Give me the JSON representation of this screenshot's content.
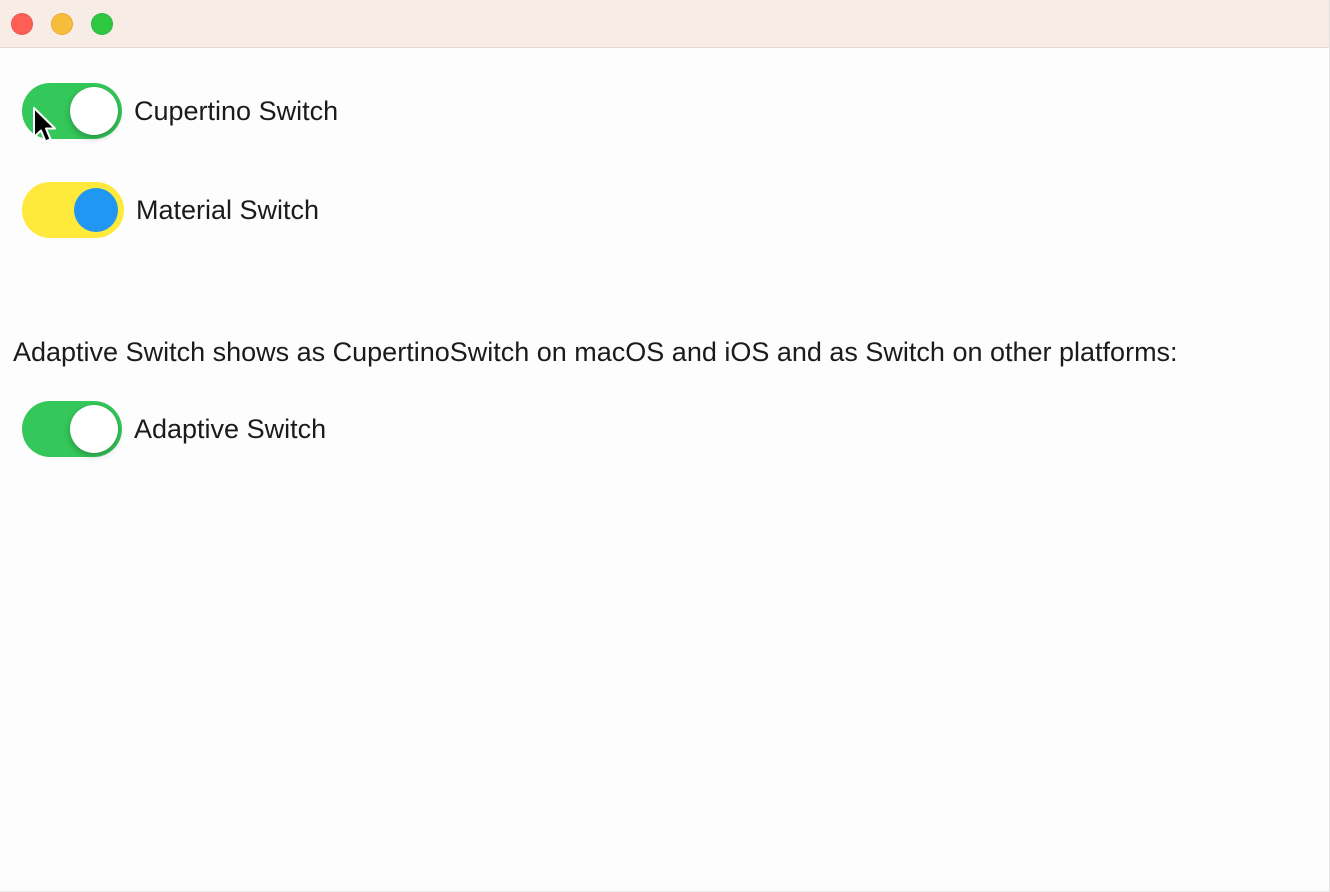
{
  "window": {
    "controls": [
      {
        "name": "close"
      },
      {
        "name": "minimize"
      },
      {
        "name": "zoom"
      }
    ]
  },
  "colors": {
    "titlebar_bg": "#F8ECE7",
    "content_bg": "#FDFDFE",
    "close_red": "#FF5F57",
    "minimize_yellow": "#F6BD3B",
    "zoom_green": "#2FC640",
    "cupertino_active": "#34C759",
    "material_track": "#FFE93B",
    "material_thumb": "#2196F3",
    "switch_thumb": "#FFFFFF",
    "text": "#1B1B1B"
  },
  "switch_rows": [
    {
      "label": "Cupertino Switch",
      "style": "cupertino",
      "state": "on"
    },
    {
      "label": "Material Switch",
      "style": "material",
      "state": "on"
    },
    {
      "label": "Adaptive Switch",
      "style": "cupertino",
      "state": "on"
    }
  ],
  "description_text": "Adaptive Switch shows as CupertinoSwitch on macOS and iOS and as Switch on other platforms:"
}
